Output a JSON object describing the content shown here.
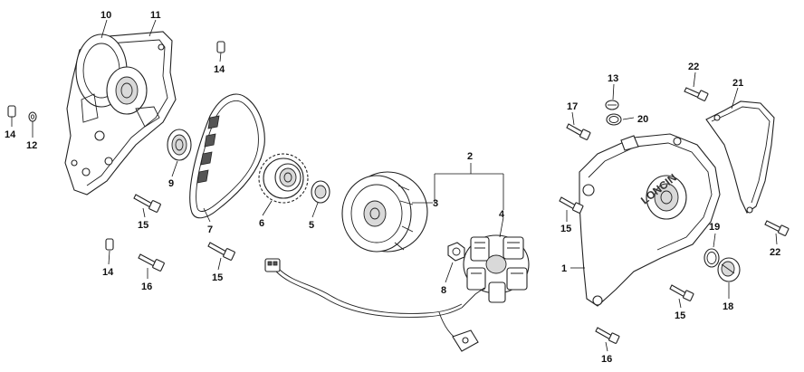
{
  "brand_mark": "LONCIN",
  "labels": {
    "l1": "1",
    "l2": "2",
    "l3": "3",
    "l4": "4",
    "l5": "5",
    "l6": "6",
    "l7": "7",
    "l8": "8",
    "l9": "9",
    "l10": "10",
    "l11": "11",
    "l12": "12",
    "l13": "13",
    "l14a": "14",
    "l14b": "14",
    "l14c": "14",
    "l15a": "15",
    "l15b": "15",
    "l15c": "15",
    "l15d": "15",
    "l16a": "16",
    "l16b": "16",
    "l17": "17",
    "l18": "18",
    "l19": "19",
    "l20": "20",
    "l21": "21",
    "l22a": "22",
    "l22b": "22"
  }
}
